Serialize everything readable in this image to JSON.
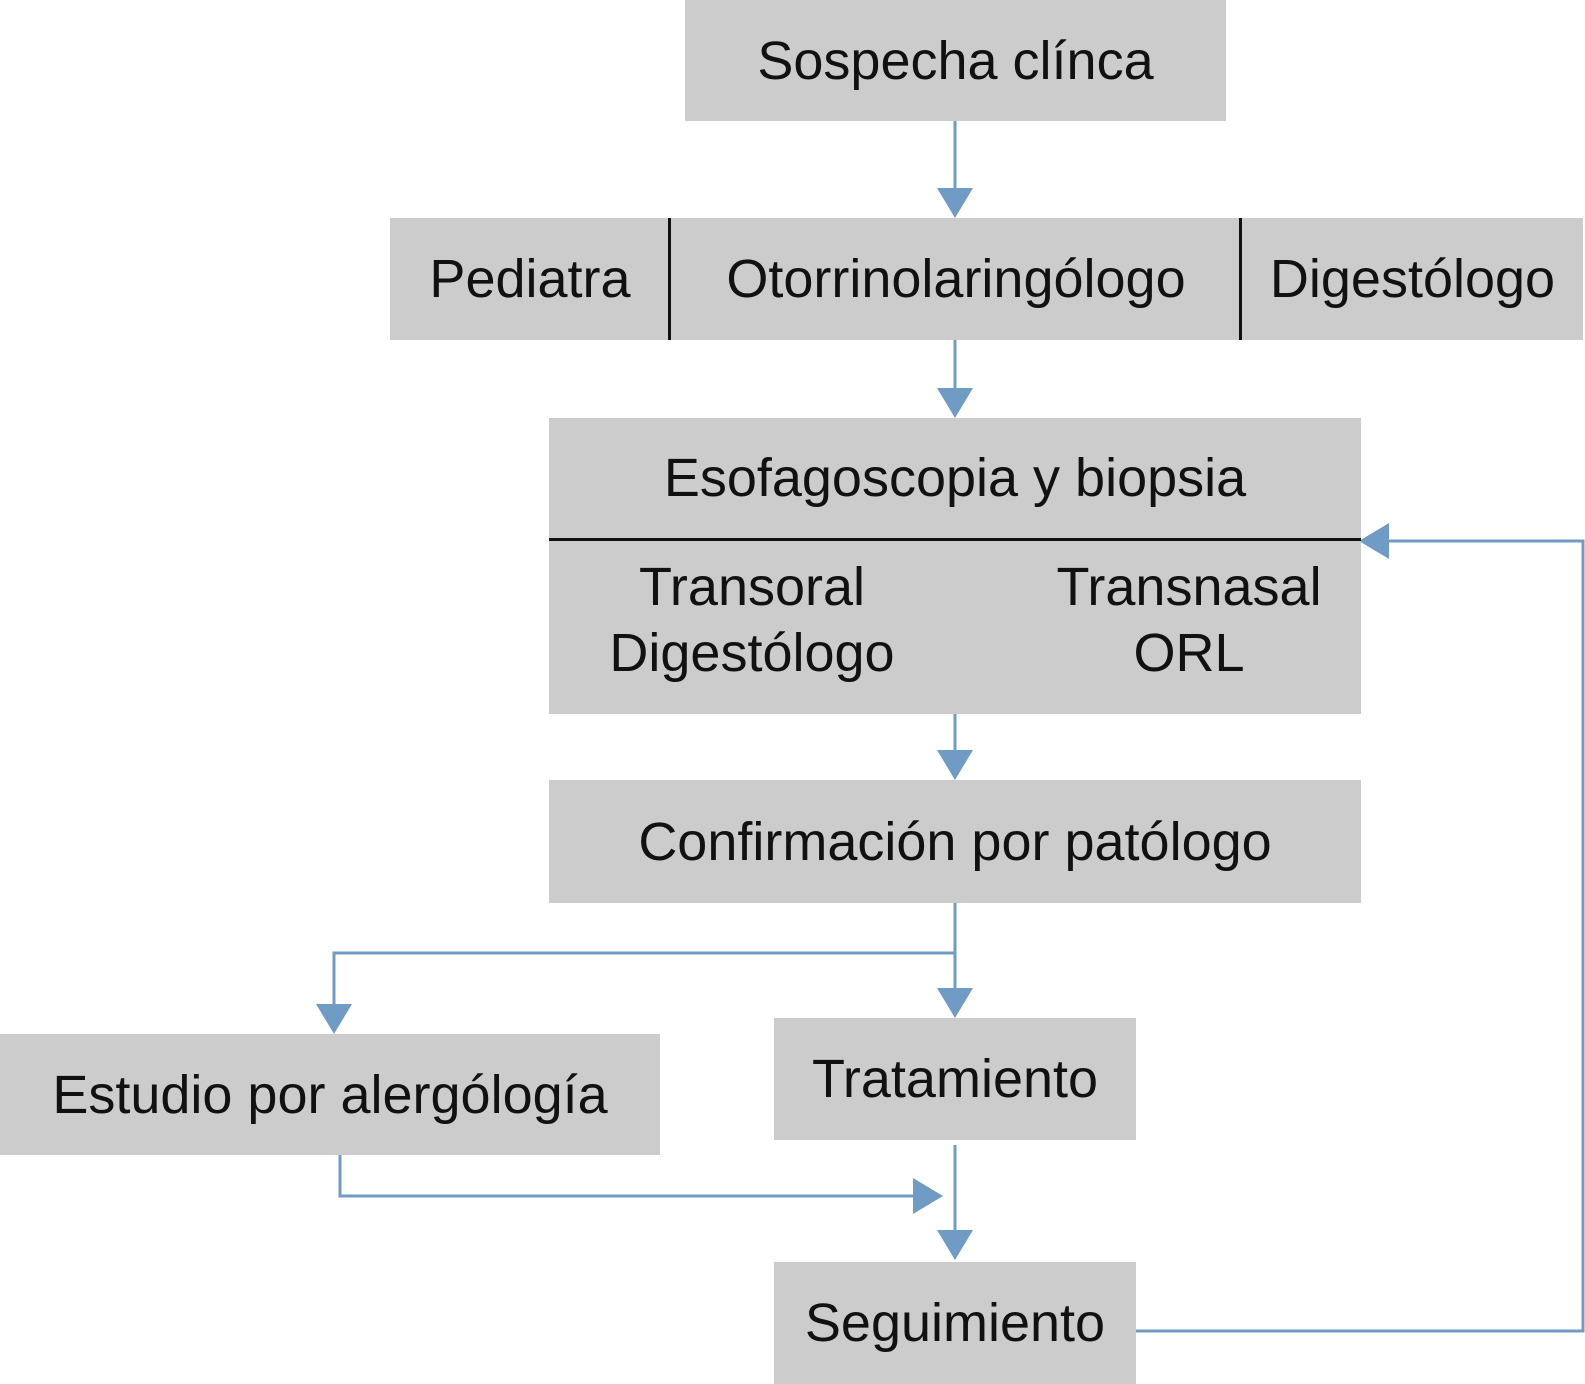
{
  "nodes": {
    "sospecha": "Sospecha clínca",
    "especialistas": {
      "pediatra": "Pediatra",
      "otorrino": "Otorrinolaringólogo",
      "digestologo": "Digestólogo"
    },
    "esofagoscopia": {
      "title": "Esofagoscopia y biopsia",
      "transoral": {
        "route": "Transoral",
        "specialist": "Digestólogo"
      },
      "transnasal": {
        "route": "Transnasal",
        "specialist": "ORL"
      }
    },
    "confirmacion": "Confirmación por patólogo",
    "alergologia": "Estudio por alergólogía",
    "tratamiento": "Tratamiento",
    "seguimiento": "Seguimiento"
  },
  "colors": {
    "box_fill": "#cccccc",
    "connector": "#6f9bc4",
    "divider": "#111111"
  }
}
